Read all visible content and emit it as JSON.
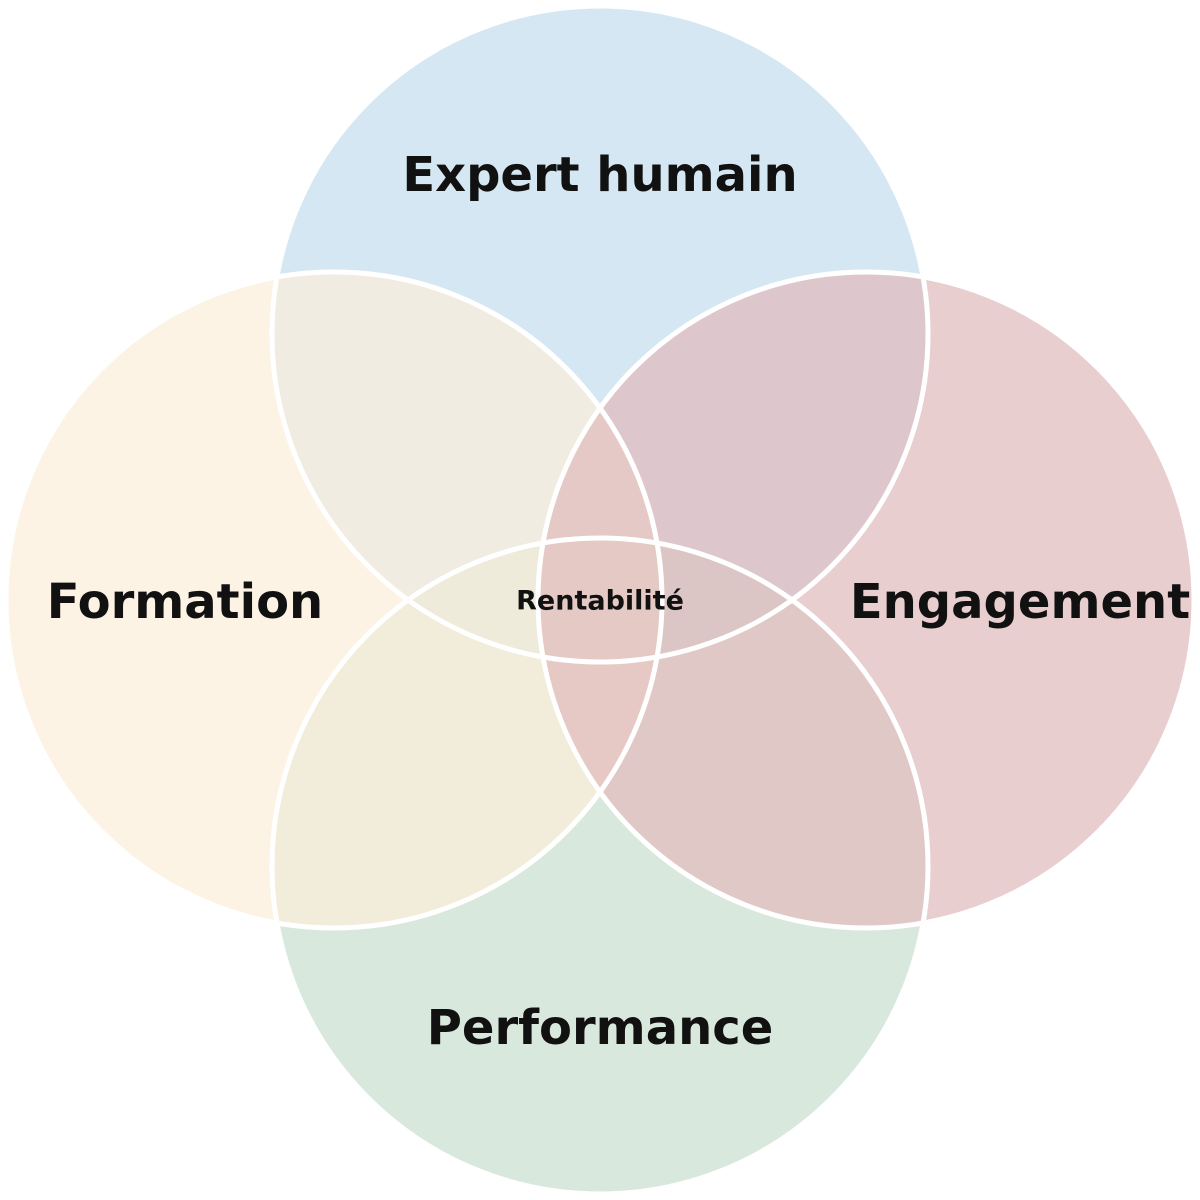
{
  "diagram": {
    "type": "venn",
    "sets": [
      {
        "id": "top",
        "label": "Expert humain",
        "color": "#d5e7f3"
      },
      {
        "id": "left",
        "label": "Formation",
        "color": "#fbeed9"
      },
      {
        "id": "right",
        "label": "Engagement",
        "color": "#e1bbbc"
      },
      {
        "id": "bottom",
        "label": "Performance",
        "color": "#cbdfcf"
      }
    ],
    "center_label": "Rentabilité"
  }
}
